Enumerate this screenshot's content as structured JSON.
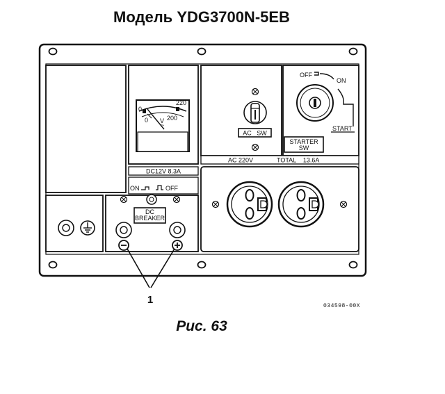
{
  "title": "Модель YDG3700N-5EB",
  "caption": "Рис. 63",
  "figure_code": "034598-00X",
  "callout": "1",
  "voltmeter": {
    "unit": "V",
    "scale_outer": [
      "0",
      "220"
    ],
    "scale_inner": [
      "0",
      "200"
    ]
  },
  "ac_switch_label": "AC   SW",
  "starter": {
    "off": "OFF",
    "on": "ON",
    "start": "START",
    "switch_label_line1": "STARTER",
    "switch_label_line2": "SW"
  },
  "dc_rating": "DC12V 8.3A",
  "ac_rating_left": "AC 220V",
  "ac_rating_right": "TOTAL    13.6A",
  "dc_breaker": {
    "on": "ON",
    "off": "OFF",
    "label_line1": "DC",
    "label_line2": "BREAKER"
  }
}
